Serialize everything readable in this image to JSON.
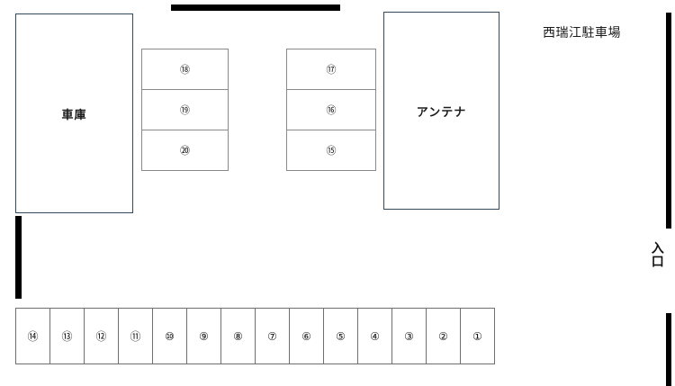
{
  "title": "西瑞江駐車場",
  "entrance_label": "入口",
  "structures": [
    {
      "name": "garage",
      "label": "車庫"
    },
    {
      "name": "antenna",
      "label": "アンテナ"
    }
  ],
  "stall_stacks": [
    {
      "name": "stack-left",
      "stalls": [
        {
          "number": "18"
        },
        {
          "number": "19"
        },
        {
          "number": "20"
        }
      ]
    },
    {
      "name": "stack-right",
      "stalls": [
        {
          "number": "17"
        },
        {
          "number": "16"
        },
        {
          "number": "15"
        }
      ]
    }
  ],
  "stall_row": {
    "name": "bottom-row",
    "stalls": [
      {
        "number": "14"
      },
      {
        "number": "13"
      },
      {
        "number": "12"
      },
      {
        "number": "11"
      },
      {
        "number": "10"
      },
      {
        "number": "9"
      },
      {
        "number": "8"
      },
      {
        "number": "7"
      },
      {
        "number": "6"
      },
      {
        "number": "5"
      },
      {
        "number": "4"
      },
      {
        "number": "3"
      },
      {
        "number": "2"
      },
      {
        "number": "1"
      }
    ]
  },
  "colors": {
    "structure_border": "#31485d",
    "stall_border": "#6f6f6f",
    "wall": "#000000",
    "text": "#1a1a1a",
    "background": "#ffffff"
  }
}
